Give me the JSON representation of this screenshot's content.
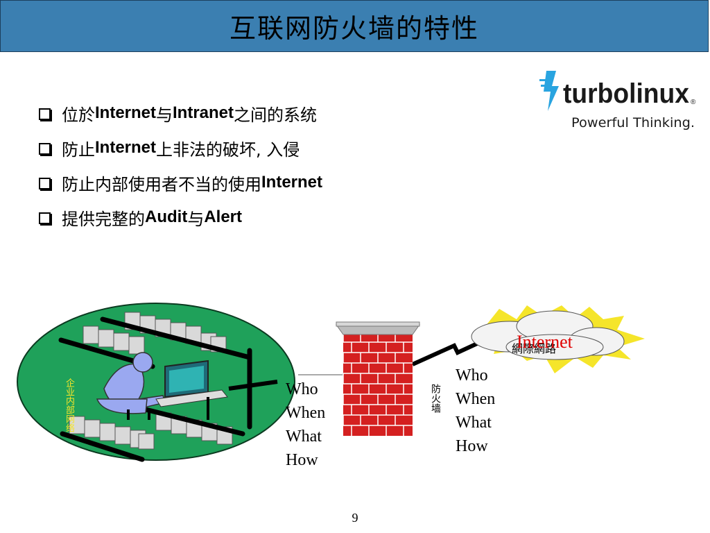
{
  "title": "互联网防火墙的特性",
  "logo": {
    "brand": "turbolinux",
    "tagline": "Powerful Thinking.",
    "registered_mark": "®"
  },
  "bullets": [
    {
      "parts": [
        {
          "t": "位於"
        },
        {
          "t": "Internet",
          "b": true
        },
        {
          "t": "与"
        },
        {
          "t": "Intranet",
          "b": true
        },
        {
          "t": "之间的系统"
        }
      ]
    },
    {
      "parts": [
        {
          "t": "防止"
        },
        {
          "t": "Internet",
          "b": true
        },
        {
          "t": "上非法的破坏, 入侵"
        }
      ]
    },
    {
      "parts": [
        {
          "t": "防止内部使用者不当的使用"
        },
        {
          "t": "Internet",
          "b": true
        }
      ]
    },
    {
      "parts": [
        {
          "t": "提供完整的"
        },
        {
          "t": "Audit",
          "b": true
        },
        {
          "t": "与"
        },
        {
          "t": "Alert",
          "b": true
        }
      ]
    }
  ],
  "diagram": {
    "intranet_label": "企业内部网络",
    "firewall_label": "防火墙",
    "internet_label": "Internet",
    "internet_sublabel": "網際網路",
    "left_questions": [
      "Who",
      "When",
      "What",
      "How"
    ],
    "right_questions": [
      "Who",
      "When",
      "What",
      "How"
    ],
    "colors": {
      "intranet_fill": "#1fa15a",
      "brick": "#d42020",
      "cloud_burst": "#f5e52a",
      "internet_text": "#e00000"
    }
  },
  "page_number": "9"
}
